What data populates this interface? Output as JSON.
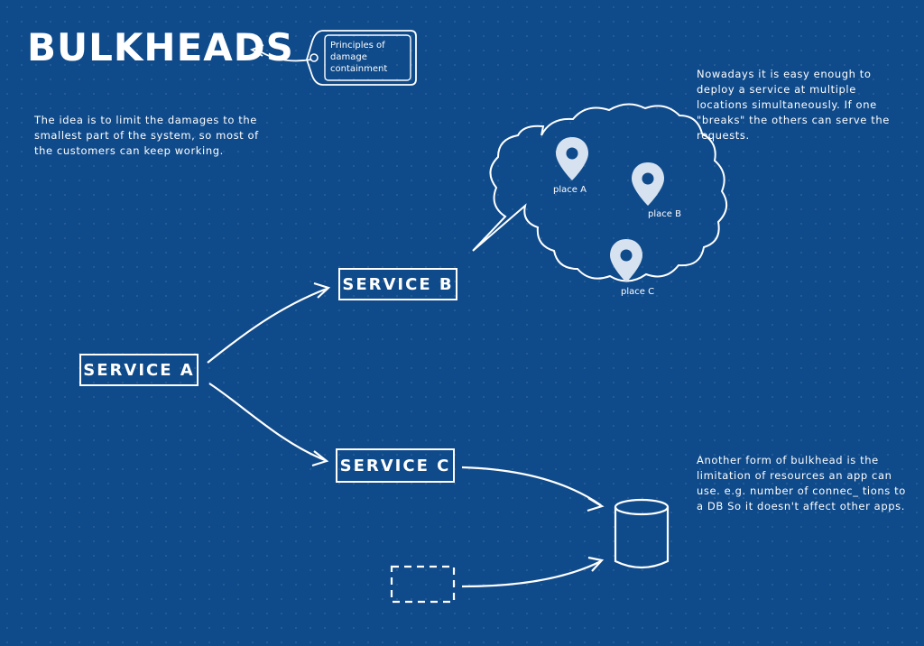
{
  "title": "BULKHEADS",
  "tag": {
    "text": "Principles of damage containment"
  },
  "notes": {
    "idea": "The idea is to limit the damages to the smallest part of the system, so most of the customers can keep working.",
    "multi_location": "Nowadays it is easy enough to deploy a service at multiple locations simultaneously. If one \"breaks\" the others can serve the requests.",
    "resources": "Another form of bulkhead is the limitation of resources an app can use. e.g. number of connec_ tions to a DB So it doesn't affect other apps."
  },
  "services": {
    "a": "SERVICE A",
    "b": "SERVICE B",
    "c": "SERVICE C"
  },
  "places": {
    "a": "place A",
    "b": "place B",
    "c": "place C"
  },
  "colors": {
    "background": "#0f4a8a",
    "ink": "#ffffff",
    "pin_fill": "#d6e2ef",
    "pin_hole": "#0f4a8a"
  },
  "icons": {
    "pin": "map-pin-icon",
    "database": "database-cylinder-icon",
    "external_app": "dashed-box-icon"
  }
}
